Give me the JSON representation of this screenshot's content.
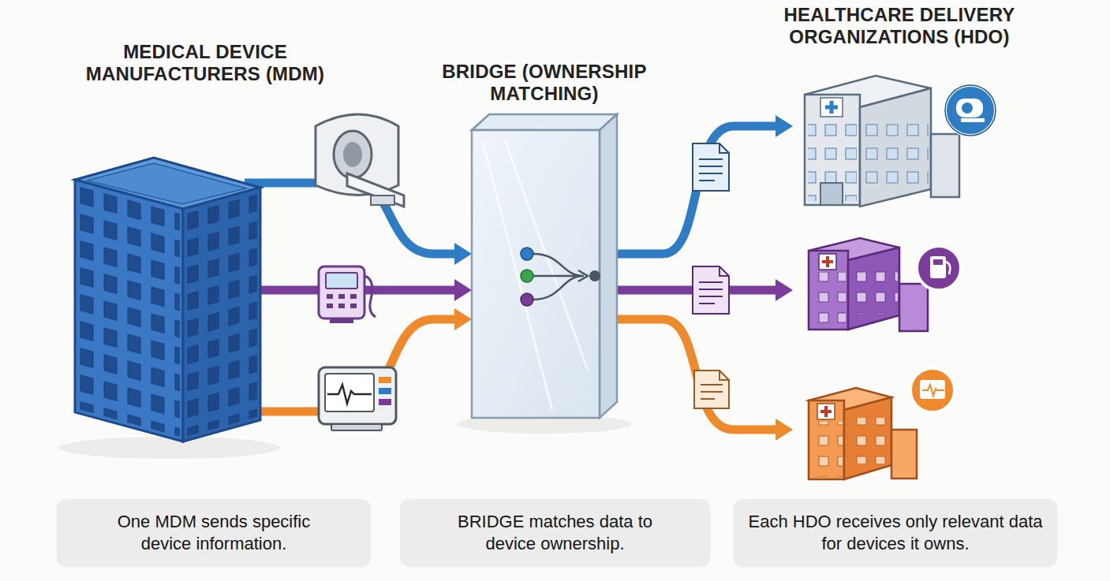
{
  "diagram": {
    "nodes": [
      {
        "text": [
          "MEDICAL DEVICE MANUFACTURERS (MDM)"
        ]
      },
      {
        "text": [
          "BRIDGE (OWNERSHIP MATCHING)"
        ]
      },
      {
        "text": [
          "HEALTHCARE DELIVERY ORGANIZATIONS (HDO)"
        ]
      },
      {
        "text": [
          "One MDM sends specific device information."
        ]
      },
      {
        "text": [
          "BRIDGE matches data to device ownership."
        ]
      },
      {
        "text": [
          "Each HDO receives only relevant data for devices it owns."
        ]
      }
    ],
    "edges": [
      {
        "from": 0,
        "to": 1,
        "arrow": "to"
      },
      {
        "from": 1,
        "to": 2,
        "arrow": "to"
      }
    ]
  }
}
